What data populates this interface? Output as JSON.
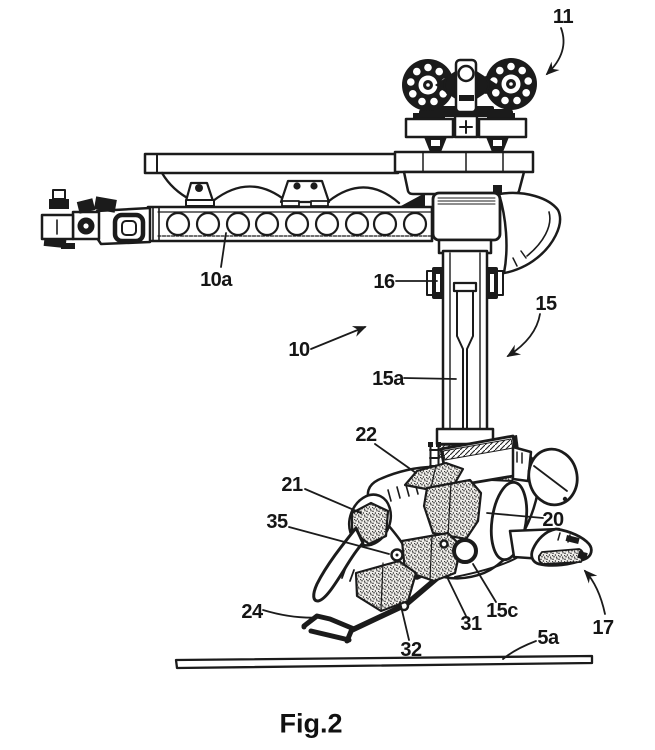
{
  "drawing": {
    "caption": "Fig.2",
    "colors": {
      "ink": "#1b1b1b",
      "paper": "#ffffff"
    },
    "labels": [
      {
        "text": "11"
      },
      {
        "text": "10a"
      },
      {
        "text": "16"
      },
      {
        "text": "15"
      },
      {
        "text": "10"
      },
      {
        "text": "15a"
      },
      {
        "text": "22"
      },
      {
        "text": "21"
      },
      {
        "text": "35"
      },
      {
        "text": "24"
      },
      {
        "text": "20"
      },
      {
        "text": "31"
      },
      {
        "text": "15c"
      },
      {
        "text": "32"
      },
      {
        "text": "17"
      },
      {
        "text": "5a"
      }
    ]
  }
}
